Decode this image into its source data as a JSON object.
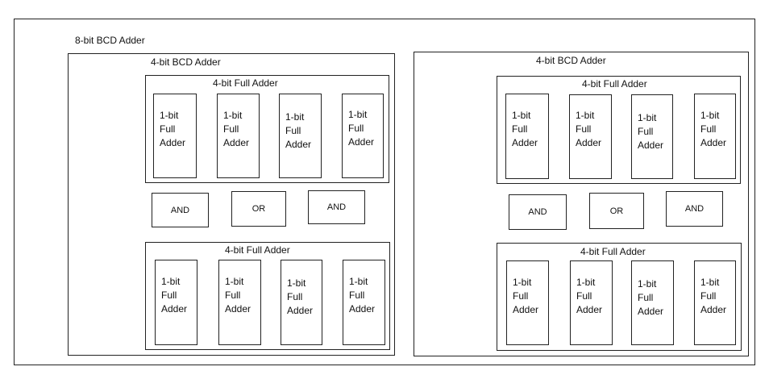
{
  "outer_label": "8-bit BCD Adder",
  "bcd_label": "4-bit BCD Adder",
  "full_adder_label": "4-bit Full Adder",
  "one_bit_lines": [
    "1-bit",
    "Full",
    "Adder"
  ],
  "gates": [
    "AND",
    "OR",
    "AND"
  ]
}
